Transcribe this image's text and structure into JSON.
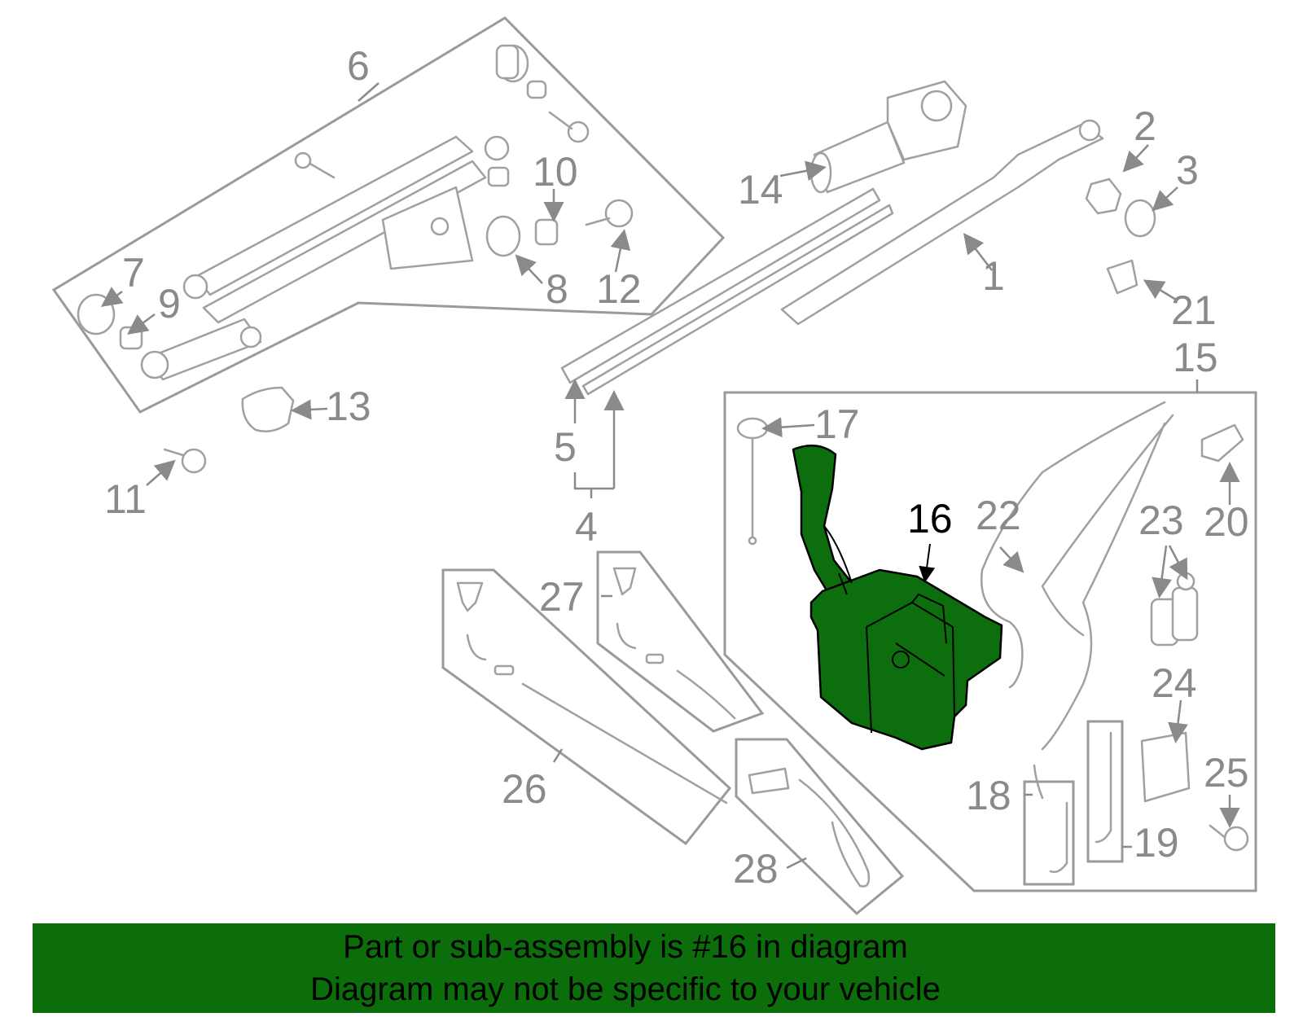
{
  "highlighted_part": "16",
  "callouts": {
    "p1": "1",
    "p2": "2",
    "p3": "3",
    "p4": "4",
    "p5": "5",
    "p6": "6",
    "p7": "7",
    "p8": "8",
    "p9": "9",
    "p10": "10",
    "p11": "11",
    "p12": "12",
    "p13": "13",
    "p14": "14",
    "p15": "15",
    "p16": "16",
    "p17": "17",
    "p18": "18",
    "p19": "19",
    "p20": "20",
    "p21": "21",
    "p22": "22",
    "p23": "23",
    "p24": "24",
    "p25": "25",
    "p26": "26",
    "p27": "27",
    "p28": "28"
  },
  "banner": {
    "line1": "Part or sub-assembly is #16 in diagram",
    "line2": "Diagram may not be specific to your vehicle"
  },
  "colors": {
    "highlight": "#0d6e0d",
    "banner": "#0b6e0b",
    "callout": "#8a8a8a"
  }
}
